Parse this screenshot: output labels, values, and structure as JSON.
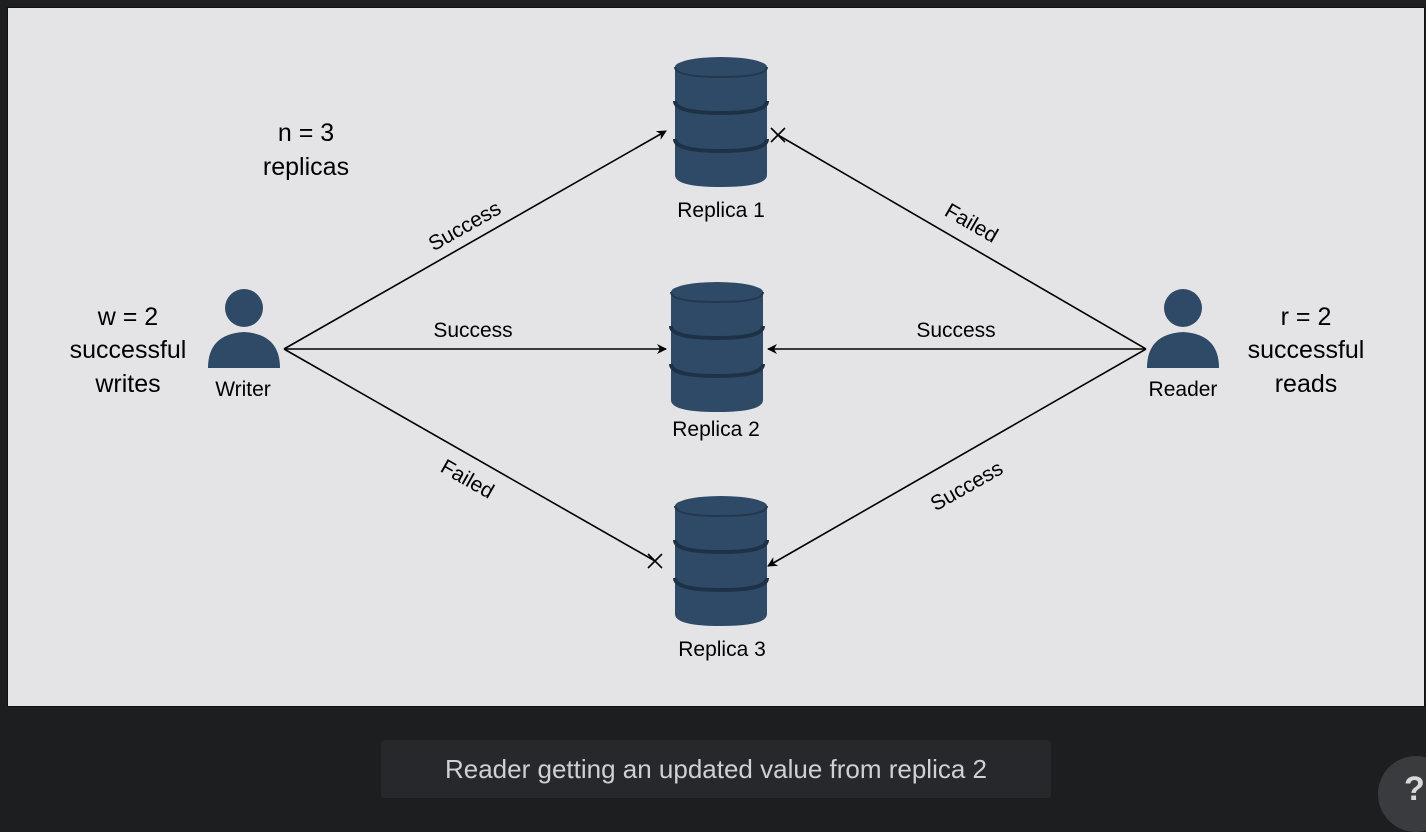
{
  "diagram": {
    "notes": {
      "n": [
        "n = 3",
        "replicas"
      ],
      "w": [
        "w = 2",
        "successful",
        "writes"
      ],
      "r": [
        "r = 2",
        "successful",
        "reads"
      ]
    },
    "actors": {
      "writer": "Writer",
      "reader": "Reader"
    },
    "replicas": [
      "Replica 1",
      "Replica 2",
      "Replica 3"
    ],
    "edges": {
      "writer_r1": "Success",
      "writer_r2": "Success",
      "writer_r3": "Failed",
      "reader_r1": "Failed",
      "reader_r2": "Success",
      "reader_r3": "Success"
    },
    "colors": {
      "node": "#2f4a66",
      "node_highlight": "#3d5878",
      "background": "#e4e4e6",
      "line": "#000000"
    },
    "icons": {
      "actor": "person-icon",
      "replica": "database-icon"
    }
  },
  "caption": "Reader getting an updated value from replica 2",
  "help": {
    "label": "?"
  }
}
